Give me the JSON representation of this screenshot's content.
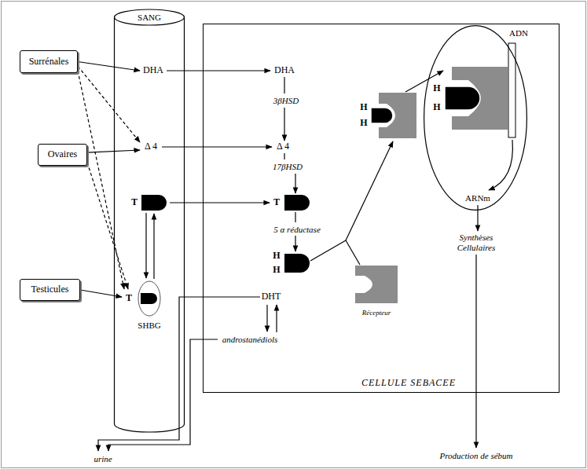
{
  "diagram": {
    "nodes": [
      {
        "text": [
          "SANG"
        ]
      },
      {
        "text": [
          "Surrénales"
        ]
      },
      {
        "text": [
          "Ovaires"
        ]
      },
      {
        "text": [
          "Testicules"
        ]
      },
      {
        "text": [
          "CELLULE SEBACEE"
        ]
      },
      {
        "text": [
          "ADN",
          "ARNm"
        ],
        "in": 4
      }
    ],
    "edges": [
      {
        "from": 1,
        "to": 0,
        "arrow": "to"
      },
      {
        "from": 1,
        "to": 0,
        "arrow": "to"
      },
      {
        "from": 1,
        "to": 0,
        "arrow": "to"
      },
      {
        "from": 2,
        "to": 0,
        "arrow": "to"
      },
      {
        "from": 2,
        "to": 0,
        "arrow": "to"
      },
      {
        "from": 3,
        "to": 0,
        "arrow": "to"
      }
    ],
    "labels": [
      "DHA",
      "Δ 4",
      "T",
      "T",
      "SHBG",
      "DHA",
      "3βHSD",
      "Δ 4",
      "17βHSD",
      "T",
      "5 α réductase",
      "H",
      "H",
      "DHT",
      "androstanédiols",
      "H",
      "H",
      "Récepteur",
      "H",
      "H",
      "Synthèses Cellulaires",
      "Production de sébum",
      "urine"
    ]
  }
}
